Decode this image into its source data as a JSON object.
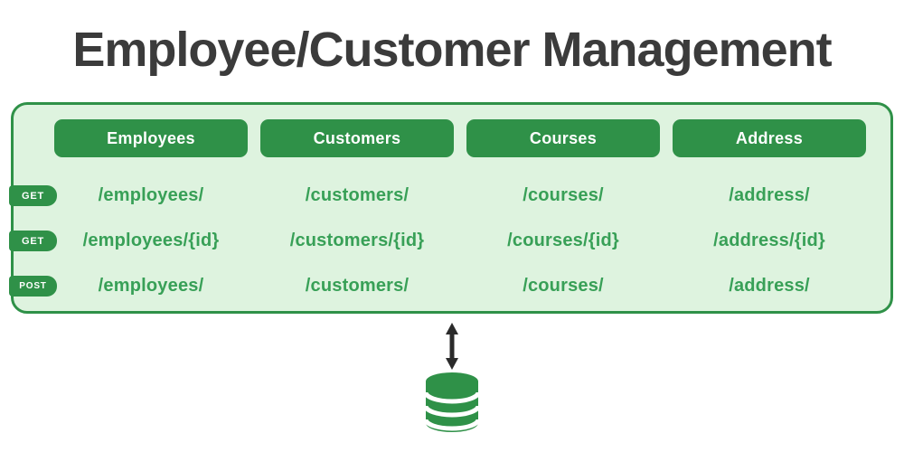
{
  "title": "Employee/Customer Management",
  "colors": {
    "accent_green": "#2f9148",
    "panel_background": "#def3df",
    "endpoint_text": "#38a057",
    "title_text": "#3b3b3b",
    "arrow_black": "#2b2b2b",
    "button_text": "#ffffff"
  },
  "panel": {
    "columns": [
      "Employees",
      "Customers",
      "Courses",
      "Address"
    ],
    "rows": [
      {
        "method": "GET",
        "endpoints": [
          "/employees/",
          "/customers/",
          "/courses/",
          "/address/"
        ]
      },
      {
        "method": "GET",
        "endpoints": [
          "/employees/{id}",
          "/customers/{id}",
          "/courses/{id}",
          "/address/{id}"
        ]
      },
      {
        "method": "POST",
        "endpoints": [
          "/employees/",
          "/customers/",
          "/courses/",
          "/address/"
        ]
      }
    ]
  },
  "icons": {
    "arrow": "up-down-arrow-icon",
    "database": "database-icon"
  }
}
